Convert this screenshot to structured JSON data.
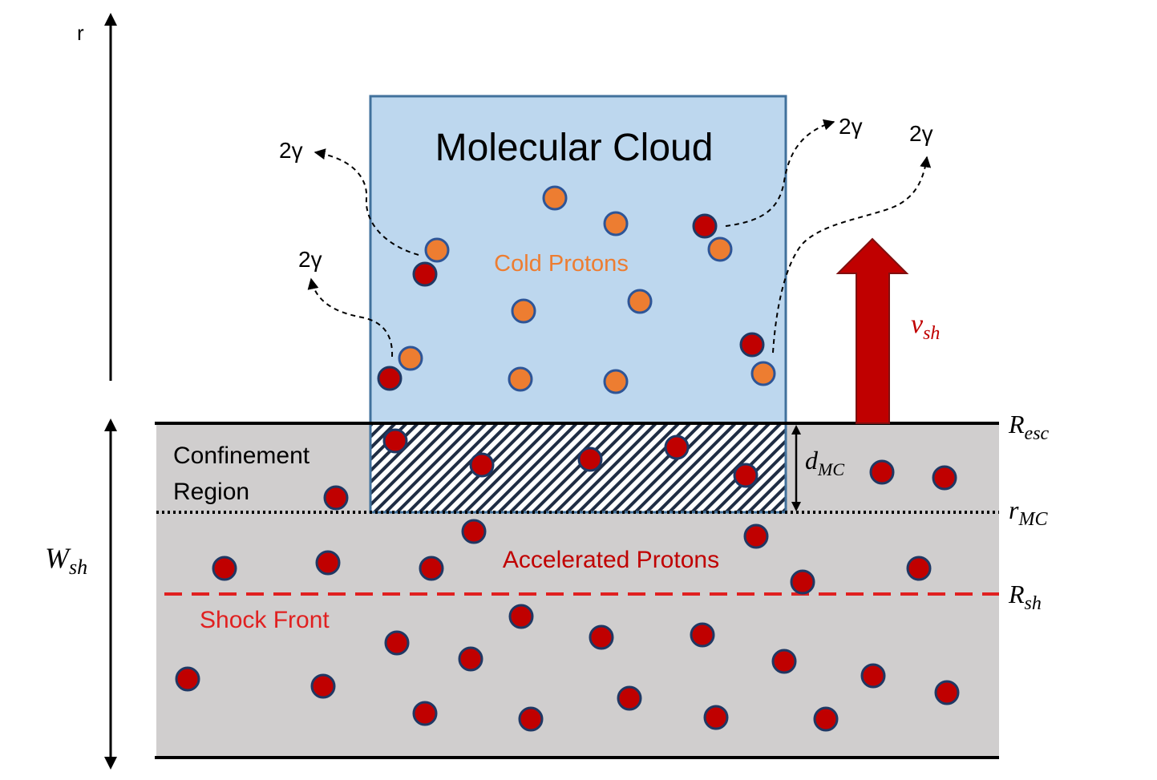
{
  "labels": {
    "r_axis": "r",
    "cloud_title": "Molecular Cloud",
    "cold_protons": "Cold Protons",
    "confinement_line1": "Confinement",
    "confinement_line2": "Region",
    "accelerated_protons": "Accelerated Protons",
    "shock_front": "Shock Front",
    "gamma": "2γ"
  },
  "math_labels": {
    "v_sh": {
      "base": "v",
      "sub": "sh"
    },
    "R_esc": {
      "base": "R",
      "sub": "esc"
    },
    "r_MC": {
      "base": "r",
      "sub": "MC"
    },
    "R_sh": {
      "base": "R",
      "sub": "sh"
    },
    "d_MC": {
      "base": "d",
      "sub": "MC"
    },
    "W_sh": {
      "base": "W",
      "sub": "sh"
    }
  },
  "colors": {
    "cloud_fill": "#bdd7ee",
    "cloud_border": "#41719c",
    "region_fill": "#d0cece",
    "proton_hot": "#c00000",
    "proton_hot_border": "#1f3864",
    "proton_cold": "#ed7d31",
    "proton_cold_border": "#2e5597",
    "shock_line": "#e02020",
    "arrow_fill": "#c00000",
    "text_orange": "#ed7d31",
    "text_red": "#c00000"
  }
}
